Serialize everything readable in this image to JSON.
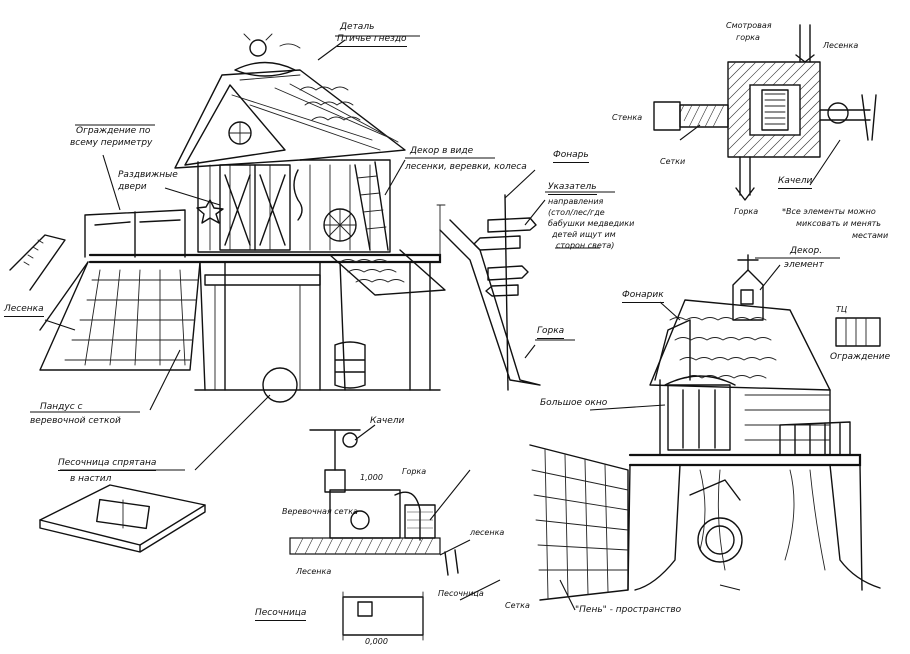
{
  "labels": {
    "detail": "Деталь",
    "bird_nest": "Птичье гнездо",
    "fence_perimeter_line1": "Ограждение по",
    "fence_perimeter_line2": "всему периметру",
    "sliding_doors_line1": "Раздвижные",
    "sliding_doors_line2": "двери",
    "decor_line1": "Декор в виде",
    "decor_line2": "лесенки, веревки, колеса",
    "lantern_top": "Фонарь",
    "signpost": "Указатель",
    "signpost_desc_line1": "направления",
    "signpost_desc_line2": "(стол/лес/где",
    "signpost_desc_line3": "бабушки медведики",
    "signpost_desc_line4": "детей ищут им",
    "signpost_desc_line5": "сторон света)",
    "ladder": "Лесенка",
    "ramp_line1": "Пандус с",
    "ramp_line2": "веревочной сеткой",
    "slide": "Горка",
    "sandbox_line1": "Песочница спрятана",
    "sandbox_line2": "в настил",
    "swing_top": "Качели",
    "ground_level": "1,000",
    "slide_small": "Горка",
    "ropes_net": "Веревочная сетка",
    "ladder_small": "Лесенка",
    "ladder_plan": "лесенка",
    "sandbox_small": "Песочница",
    "zero_level": "0,000",
    "sandbox_plan": "Песочница",
    "net_bottom": "Сетка",
    "hollow_space": "\"Пень\" - пространство",
    "big_window": "Большое окно",
    "lantern_mid": "Фонарик",
    "decor_element_line1": "Декор.",
    "decor_element_line2": "элемент",
    "fence_small_line1": "Ограждение",
    "fence_small_label": "ТЦ",
    "plan_top_line1": "Смотровая",
    "plan_top_line2": "горка",
    "plan_ladder": "Лесенка",
    "plan_sandbox": "Стенка",
    "plan_nets": "Сетки",
    "plan_swing": "Качели",
    "plan_slide": "Горка",
    "plan_note_line1": "*Все элементы можно",
    "plan_note_line2": "миксовать и менять",
    "plan_note_line3": "местами"
  }
}
